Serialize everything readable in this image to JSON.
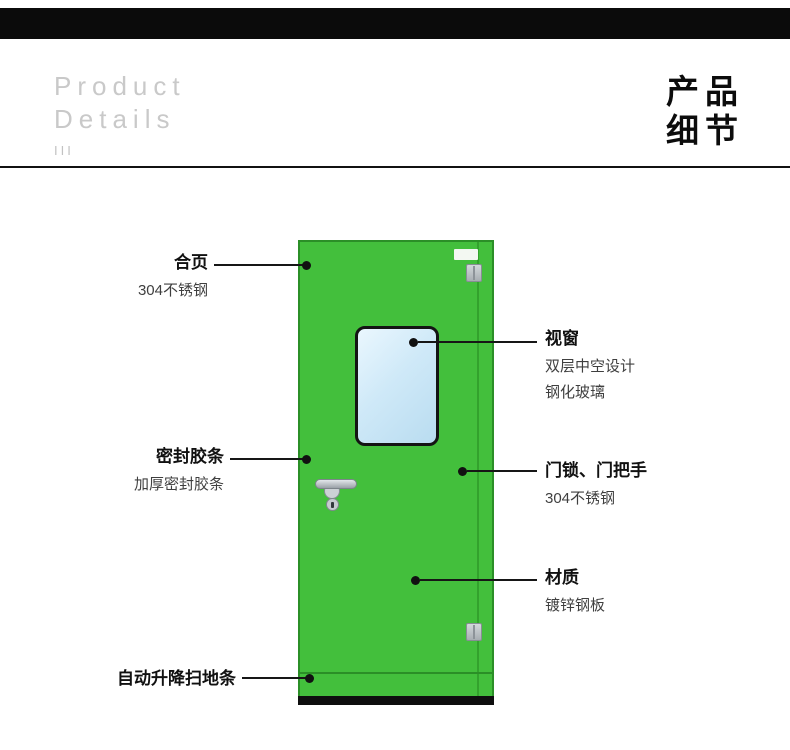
{
  "page": {
    "background": "#ffffff"
  },
  "header": {
    "bar_color": "#0b0b0b",
    "english": {
      "line1": "Product",
      "line2": "Details",
      "line3": "III"
    },
    "chinese": {
      "line1": "产品",
      "line2": "细节"
    }
  },
  "door": {
    "panel_color": "#43bf3c",
    "frame_color": "#2b8f27",
    "glass_color": "#cfe9f8",
    "hardware_color": "#c6cbd0",
    "bottom_seal_color": "#0e0e0e"
  },
  "callouts": {
    "hinge": {
      "title": "合页",
      "desc1": "304不锈钢"
    },
    "seal_strip": {
      "title": "密封胶条",
      "desc1": "加厚密封胶条"
    },
    "floor_sweep": {
      "title": "自动升降扫地条"
    },
    "window": {
      "title": "视窗",
      "desc1": "双层中空设计",
      "desc2": "钢化玻璃"
    },
    "lock_handle": {
      "title": "门锁、门把手",
      "desc1": "304不锈钢"
    },
    "material": {
      "title": "材质",
      "desc1": "镀锌钢板"
    }
  }
}
